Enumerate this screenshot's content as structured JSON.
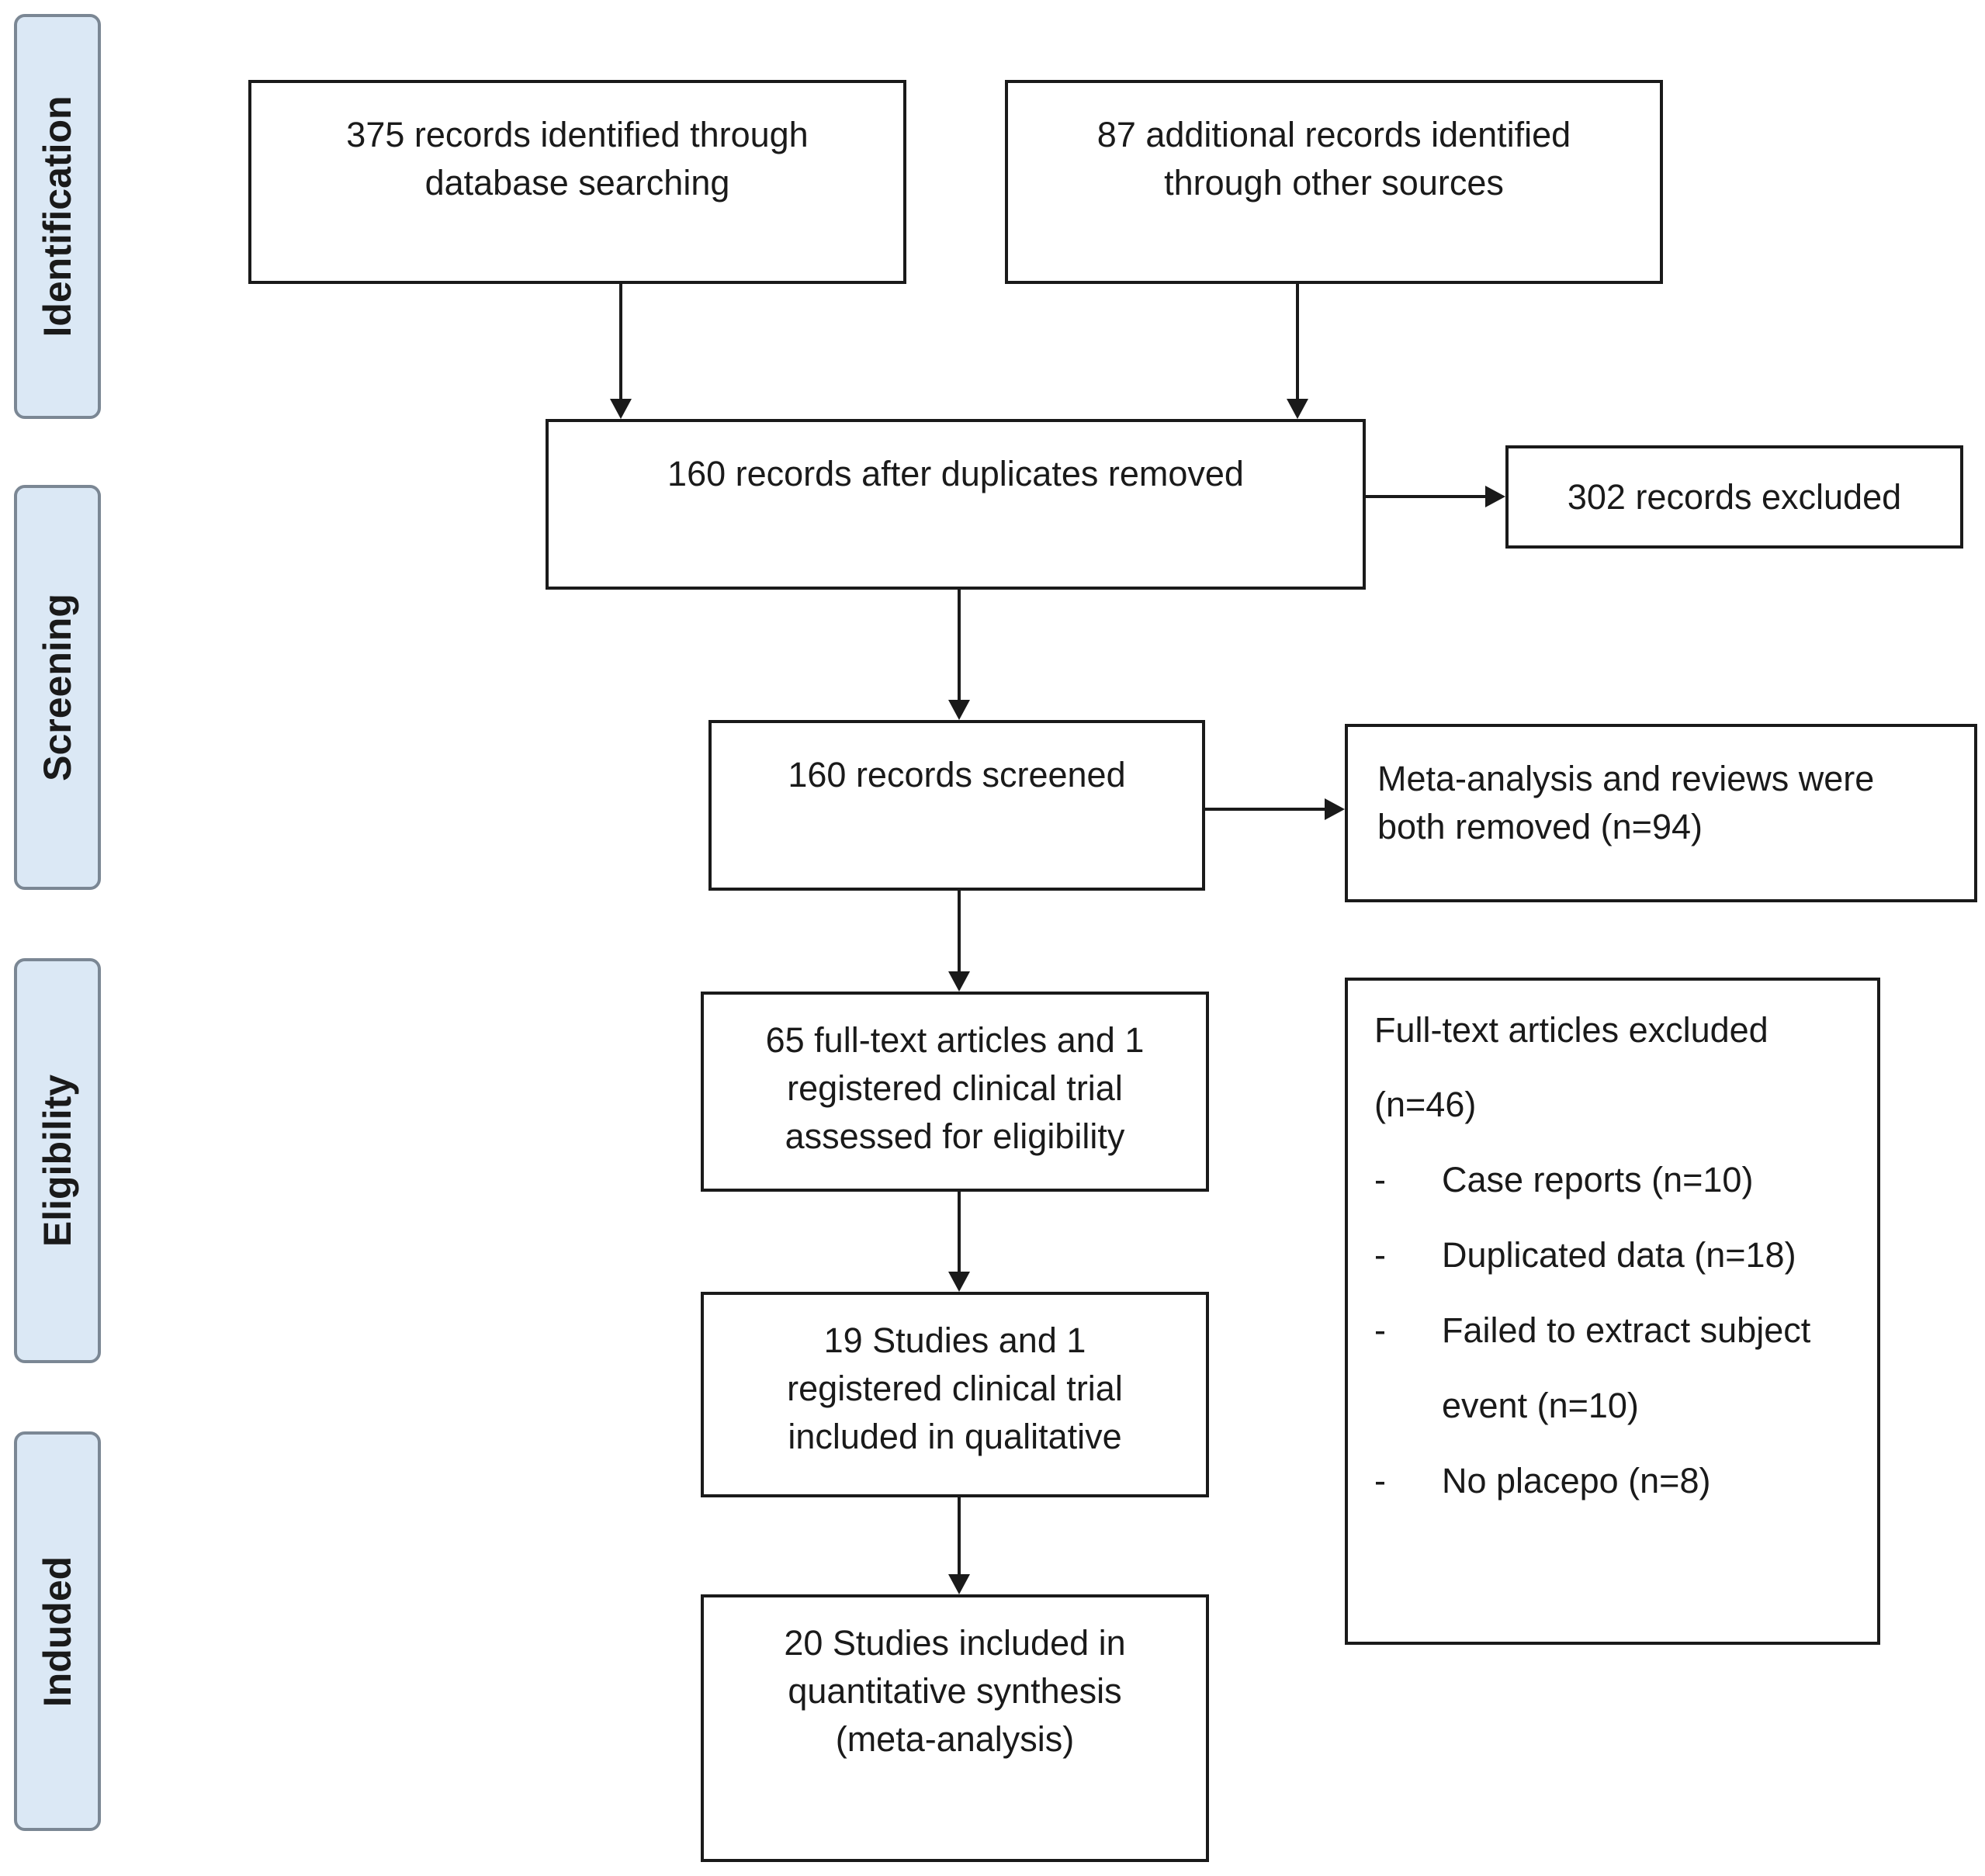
{
  "stages": {
    "identification": "Identification",
    "screening": "Screening",
    "eligibility": "Eligibility",
    "included": "Induded"
  },
  "boxes": {
    "database_search": {
      "line1": "375 records identified through",
      "line2": "database searching"
    },
    "other_sources": {
      "line1": "87 additional records identified",
      "line2": "through other sources"
    },
    "after_duplicates": {
      "line1": "160 records after duplicates removed"
    },
    "records_excluded": {
      "line1": "302 records excluded"
    },
    "screened": {
      "line1": "160 records screened"
    },
    "meta_removed": {
      "line1": "Meta-analysis and reviews were",
      "line2": "both removed (n=94)"
    },
    "eligibility_assessed": {
      "line1": "65 full-text articles and 1",
      "line2": "registered clinical trial",
      "line3": "assessed for eligibility"
    },
    "qualitative": {
      "line1": "19 Studies and 1",
      "line2": "registered clinical trial",
      "line3": "included in qualitative"
    },
    "quantitative": {
      "line1": "20 Studies included in",
      "line2": "quantitative synthesis",
      "line3": "(meta-analysis)"
    },
    "fulltext_excluded": {
      "title": "Full-text articles excluded",
      "count": "(n=46)",
      "items": [
        {
          "dash": "-",
          "text": "Case reports (n=10)"
        },
        {
          "dash": "-",
          "text": "Duplicated data (n=18)"
        },
        {
          "dash": "-",
          "text": "Failed to extract subject"
        },
        {
          "dash": "",
          "text": "event (n=10)"
        },
        {
          "dash": "-",
          "text": "No placepo (n=8)"
        }
      ]
    }
  },
  "colors": {
    "stage_fill": "#dbe8f5",
    "stage_border": "#7b8794",
    "box_border": "#1a1a1a",
    "arrow": "#1a1a1a"
  }
}
